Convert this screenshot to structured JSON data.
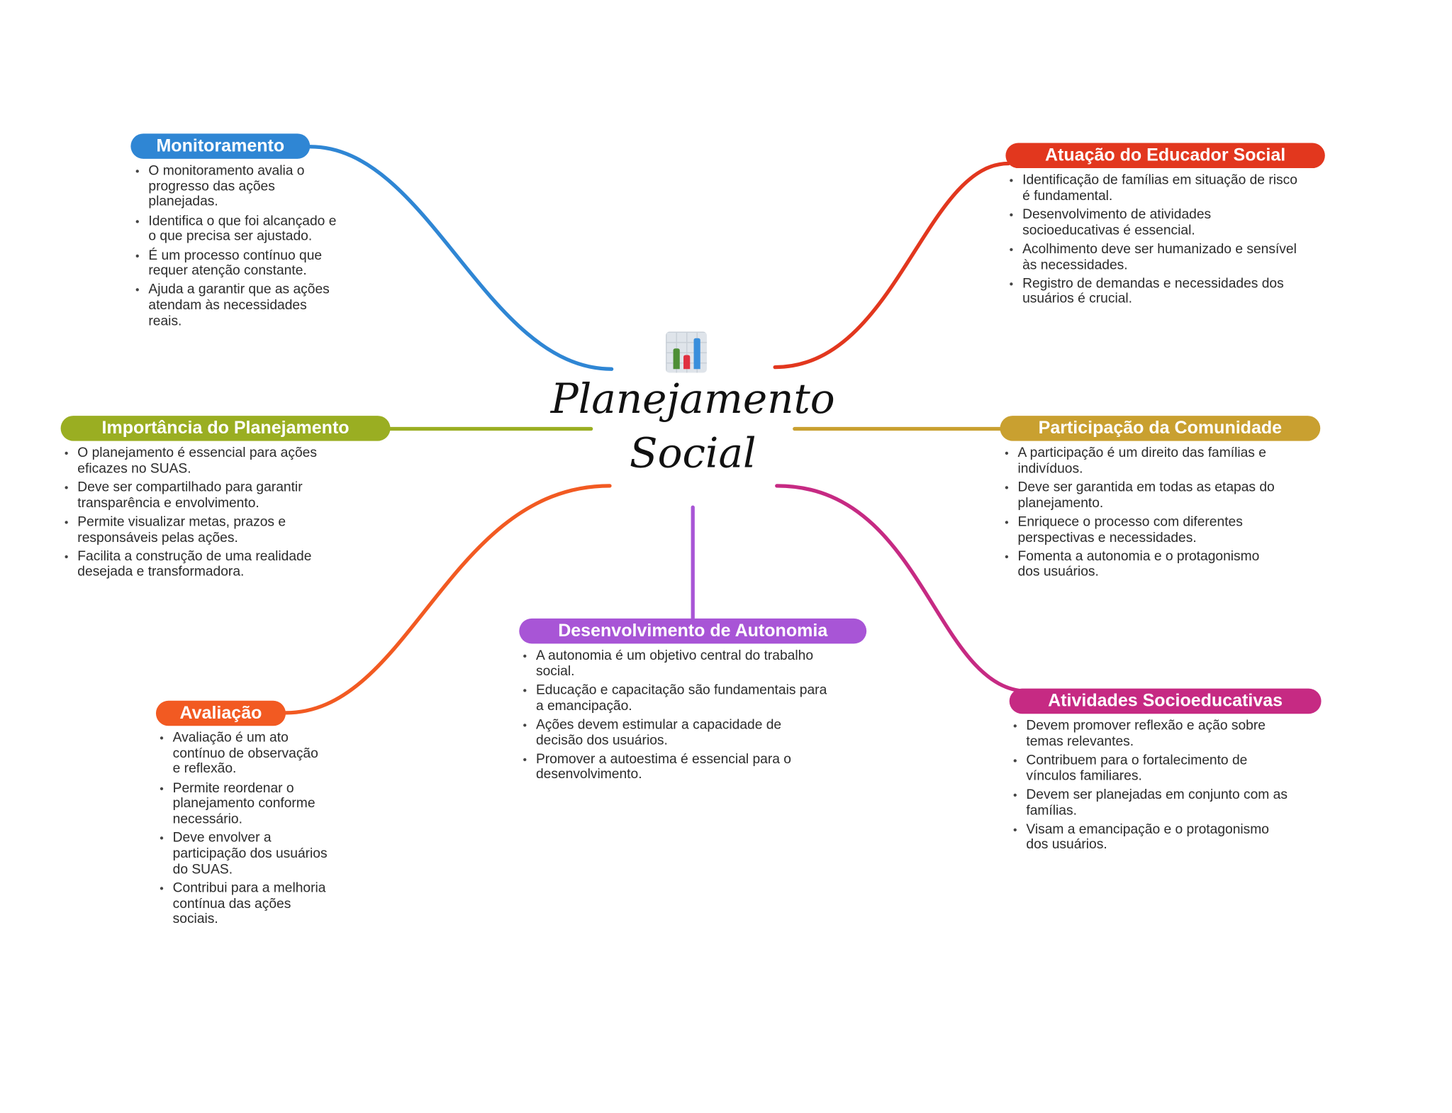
{
  "center": {
    "line1": "Planejamento",
    "line2": "Social",
    "icon": "bar-chart-icon"
  },
  "branches": {
    "monitoramento": {
      "label": "Monitoramento",
      "color": "#2f86d4",
      "items": [
        "O monitoramento avalia o progresso das ações planejadas.",
        "Identifica o que foi alcançado e o que precisa ser ajustado.",
        "É um processo contínuo que requer atenção constante.",
        "Ajuda a garantir que as ações atendam às necessidades reais."
      ]
    },
    "atuacao": {
      "label": "Atuação do Educador Social",
      "color": "#e2371e",
      "items": [
        "Identificação de famílias em situação de risco é fundamental.",
        "Desenvolvimento de atividades socioeducativas é essencial.",
        "Acolhimento deve ser humanizado e sensível às necessidades.",
        "Registro de demandas e necessidades dos usuários é crucial."
      ]
    },
    "importancia": {
      "label": "Importância do Planejamento",
      "color": "#9aae22",
      "items": [
        "O planejamento é essencial para ações eficazes no SUAS.",
        "Deve ser compartilhado para garantir transparência e envolvimento.",
        "Permite visualizar metas, prazos e responsáveis pelas ações.",
        "Facilita a construção de uma realidade desejada e transformadora."
      ]
    },
    "participacao": {
      "label": "Participação da Comunidade",
      "color": "#c9a030",
      "items": [
        "A participação é um direito das famílias e indivíduos.",
        "Deve ser garantida em todas as etapas do planejamento.",
        "Enriquece o processo com diferentes perspectivas e necessidades.",
        "Fomenta a autonomia e o protagonismo dos usuários."
      ]
    },
    "autonomia": {
      "label": "Desenvolvimento de Autonomia",
      "color": "#a855d6",
      "items": [
        "A autonomia é um objetivo central do trabalho social.",
        "Educação e capacitação são fundamentais para a emancipação.",
        "Ações devem estimular a capacidade de decisão dos usuários.",
        "Promover a autoestima é essencial para o desenvolvimento."
      ]
    },
    "avaliacao": {
      "label": "Avaliação",
      "color": "#f25a22",
      "items": [
        "Avaliação é um ato contínuo de observação e reflexão.",
        "Permite reordenar o planejamento conforme necessário.",
        "Deve envolver a participação dos usuários do SUAS.",
        "Contribui para a melhoria contínua das ações sociais."
      ]
    },
    "atividades": {
      "label": "Atividades Socioeducativas",
      "color": "#c62a83",
      "items": [
        "Devem promover reflexão e ação sobre temas relevantes.",
        "Contribuem para o fortalecimento de vínculos familiares.",
        "Devem ser planejadas em conjunto com as famílias.",
        "Visam a emancipação e o protagonismo dos usuários."
      ]
    }
  }
}
